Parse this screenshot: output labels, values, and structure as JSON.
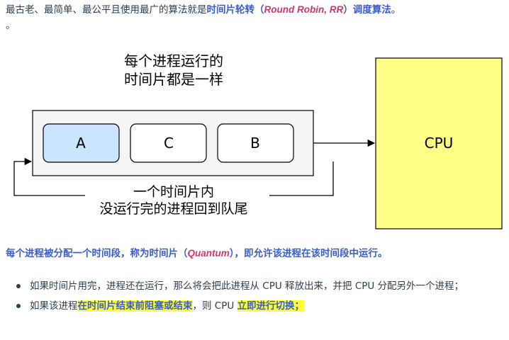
{
  "intro": {
    "prefix": "最古老、最简单、最公平且使用最广的算法就是",
    "term": "时间片轮转（",
    "term_en": "Round Robin, RR",
    "suffix_blue": "）调度算法",
    "end": "。"
  },
  "stray_period": "。",
  "diagram": {
    "top_label_line1": "每个进程运行的",
    "top_label_line2": "时间片都是一样",
    "queue": [
      "A",
      "C",
      "B"
    ],
    "cpu_label": "CPU",
    "bottom_label_line1": "一个时间片内",
    "bottom_label_line2": "没运行完的进程回到队尾",
    "colors": {
      "active_fill": "#cce5ff",
      "cpu_fill": "#ffff88",
      "queue_bg": "#f5f5f5"
    }
  },
  "caption": {
    "prefix": "每个进程被分配一个时间段，称为时间片（",
    "term_en": "Quantum",
    "suffix": "），即允许该进程在该时间段中运行。"
  },
  "bullets": {
    "item1": "如果时间片用完，进程还在运行，那么将会把此进程从 CPU 释放出来，并把 CPU 分配另外一个进程；",
    "item2_prefix": "如果该进程",
    "item2_hl1": "在时间片结束前阻塞或结束",
    "item2_mid": "，则 CPU ",
    "item2_hl2": "立即进行切换；"
  }
}
